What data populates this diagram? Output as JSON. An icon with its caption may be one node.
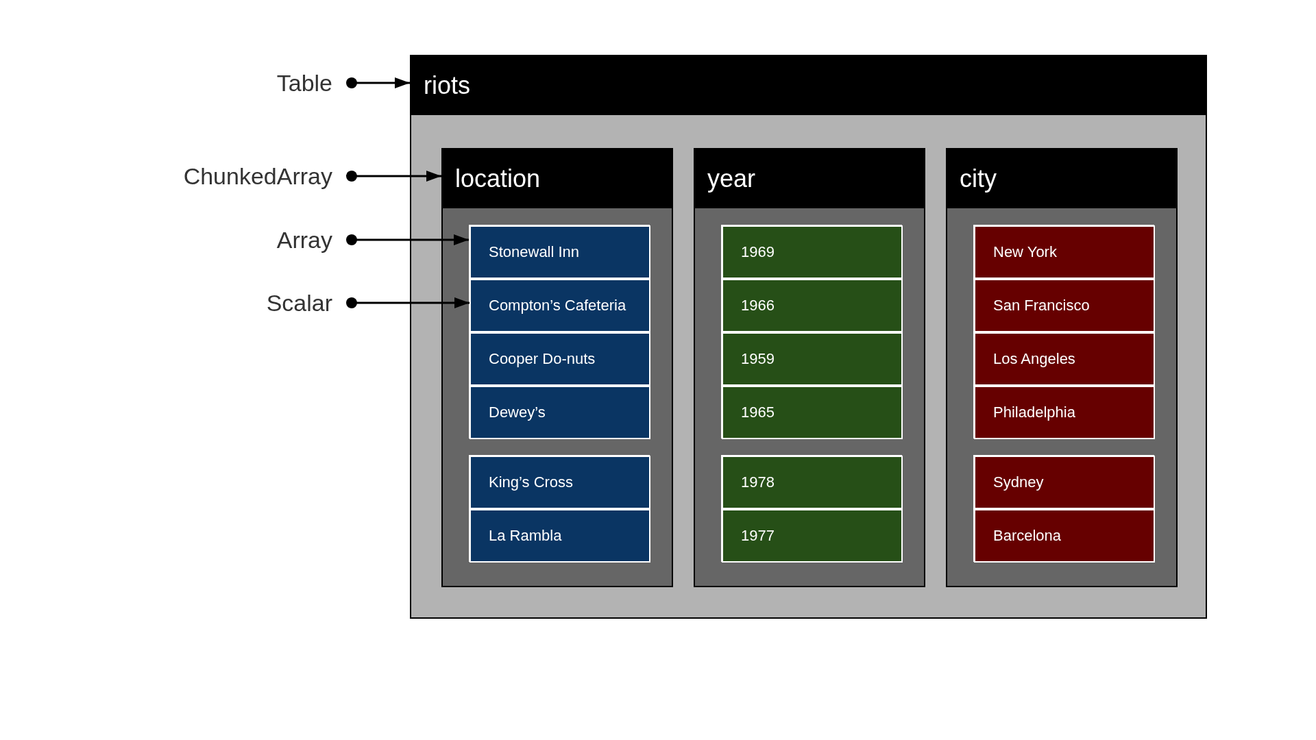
{
  "diagram": {
    "nodes": [
      {
        "text": [
          "Table"
        ]
      },
      {
        "text": [
          "ChunkedArray"
        ]
      },
      {
        "text": [
          "Array"
        ]
      },
      {
        "text": [
          "Scalar"
        ]
      },
      {
        "text": [
          "riots"
        ]
      },
      {
        "text": [
          "location"
        ],
        "in": 4
      },
      {
        "text": [],
        "shape": "box",
        "in": 5
      },
      {
        "text": [
          "Stonewall Inn"
        ],
        "in": 6
      },
      {
        "text": [
          "Compton’s Cafeteria"
        ],
        "in": 6
      },
      {
        "text": [
          "Cooper Do-nuts"
        ],
        "in": 6
      },
      {
        "text": [
          "Dewey’s"
        ],
        "in": 6
      },
      {
        "text": [],
        "shape": "box",
        "in": 5
      },
      {
        "text": [
          "King’s Cross"
        ],
        "in": 11
      },
      {
        "text": [
          "La Rambla"
        ],
        "in": 11
      },
      {
        "text": [
          "year"
        ],
        "in": 4
      },
      {
        "text": [],
        "shape": "box",
        "in": 14
      },
      {
        "text": [
          "1969"
        ],
        "in": 15
      },
      {
        "text": [
          "1966"
        ],
        "in": 15
      },
      {
        "text": [
          "1959"
        ],
        "in": 15
      },
      {
        "text": [
          "1965"
        ],
        "in": 15
      },
      {
        "text": [],
        "shape": "box",
        "in": 14
      },
      {
        "text": [
          "1978"
        ],
        "in": 20
      },
      {
        "text": [
          "1977"
        ],
        "in": 20
      },
      {
        "text": [
          "city"
        ],
        "in": 4
      },
      {
        "text": [],
        "shape": "box",
        "in": 23
      },
      {
        "text": [
          "New York"
        ],
        "in": 24
      },
      {
        "text": [
          "San Francisco"
        ],
        "in": 24
      },
      {
        "text": [
          "Los Angeles"
        ],
        "in": 24
      },
      {
        "text": [
          "Philadelphia"
        ],
        "in": 24
      },
      {
        "text": [],
        "shape": "box",
        "in": 23
      },
      {
        "text": [
          "Sydney"
        ],
        "in": 29
      },
      {
        "text": [
          "Barcelona"
        ],
        "in": 29
      }
    ],
    "edges": [
      {
        "from": 0,
        "to": 4,
        "arrow": "to"
      },
      {
        "from": 1,
        "to": 5,
        "arrow": "to"
      },
      {
        "from": 2,
        "to": 6,
        "arrow": "to"
      },
      {
        "from": 3,
        "to": 8,
        "arrow": "to"
      }
    ]
  }
}
